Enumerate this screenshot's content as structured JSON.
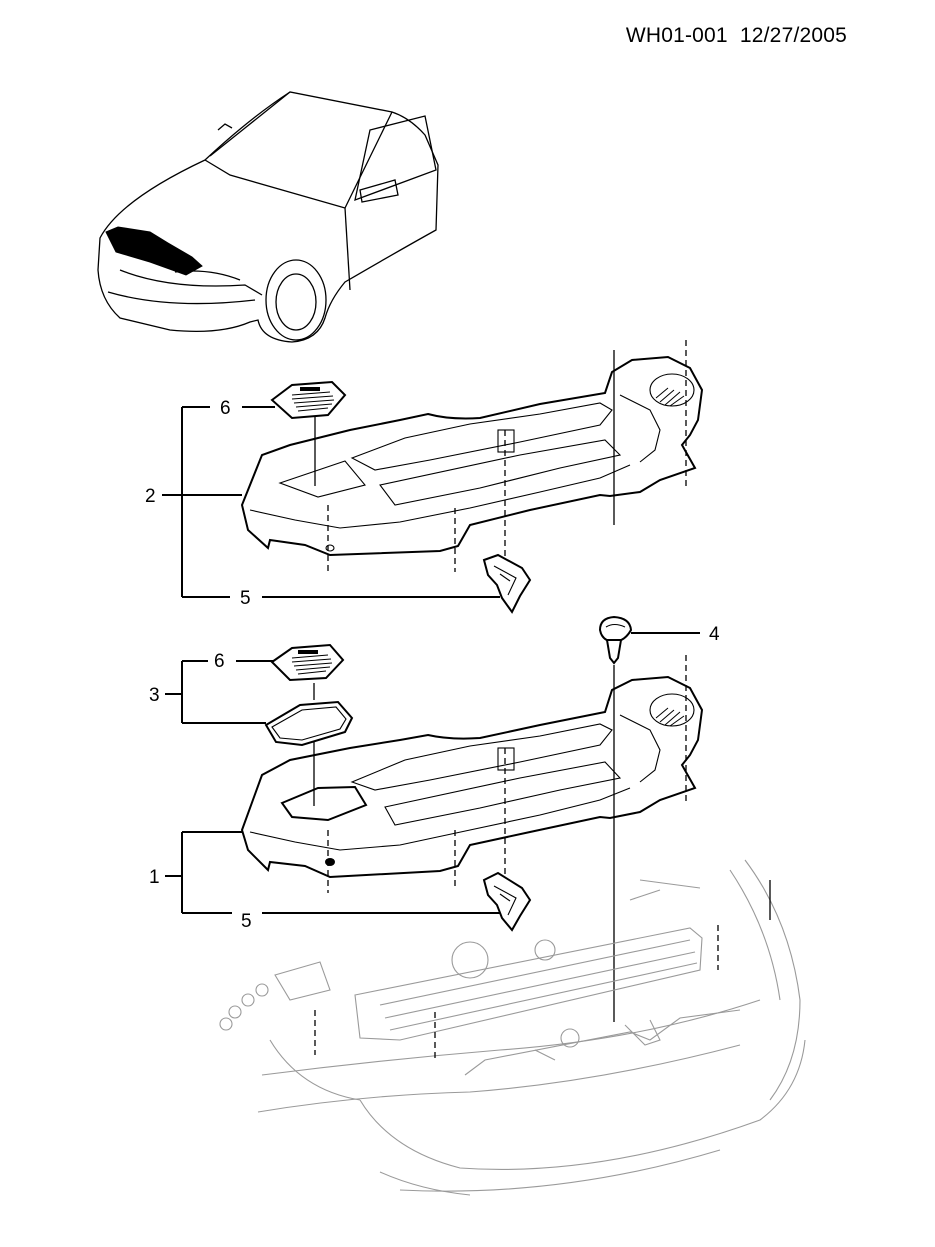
{
  "header": {
    "code": "WH01-001",
    "date": "12/27/2005"
  },
  "callouts": {
    "c1": "1",
    "c2": "2",
    "c3": "3",
    "c4": "4",
    "c5a": "5",
    "c5b": "5",
    "c6a": "6",
    "c6b": "6"
  }
}
